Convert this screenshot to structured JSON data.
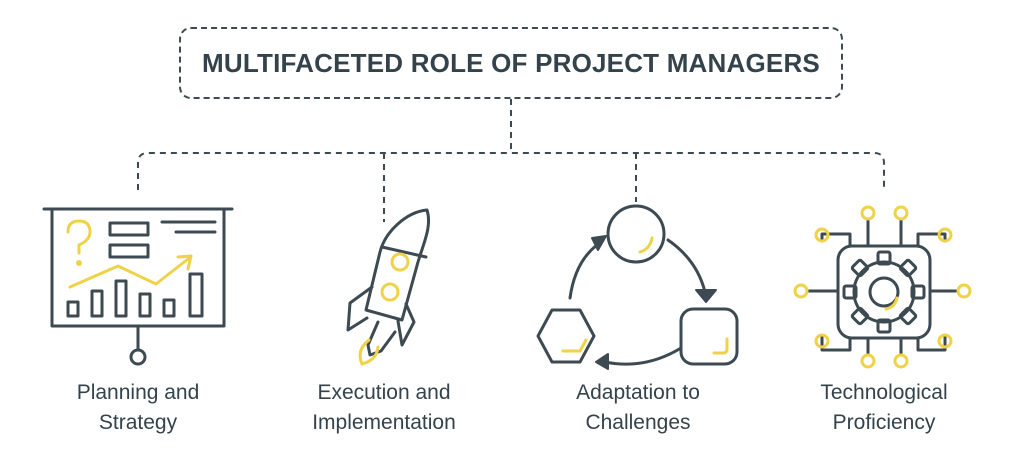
{
  "title": "MULTIFACETED ROLE OF PROJECT MANAGERS",
  "colors": {
    "dark": "#3d4a52",
    "accent": "#f0d24a",
    "text": "#34434b"
  },
  "roles": [
    {
      "icon": "presentation-board-icon",
      "line1": "Planning and",
      "line2": "Strategy"
    },
    {
      "icon": "rocket-icon",
      "line1": "Execution and",
      "line2": "Implementation"
    },
    {
      "icon": "cycle-arrows-icon",
      "line1": "Adaptation to",
      "line2": "Challenges"
    },
    {
      "icon": "gear-circuit-icon",
      "line1": "Technological",
      "line2": "Proficiency"
    }
  ]
}
